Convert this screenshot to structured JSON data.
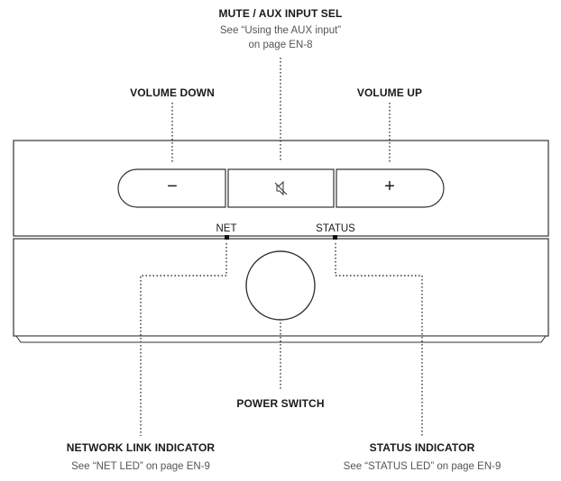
{
  "callouts": {
    "mute": {
      "title": "MUTE / AUX INPUT SEL",
      "ref_line1": "See “Using the AUX input”",
      "ref_line2": "on page EN-8"
    },
    "volume_down": {
      "title": "VOLUME DOWN"
    },
    "volume_up": {
      "title": "VOLUME UP"
    },
    "power_switch": {
      "title": "POWER SWITCH"
    },
    "network_link": {
      "title": "NETWORK LINK INDICATOR",
      "ref": "See “NET LED” on page EN-9"
    },
    "status_indicator": {
      "title": "STATUS INDICATOR",
      "ref": "See “STATUS LED” on page EN-9"
    }
  },
  "device": {
    "net_label": "NET",
    "status_label": "STATUS",
    "minus_symbol": "−",
    "plus_symbol": "+",
    "mute_icon": "speaker-mute-icon"
  }
}
